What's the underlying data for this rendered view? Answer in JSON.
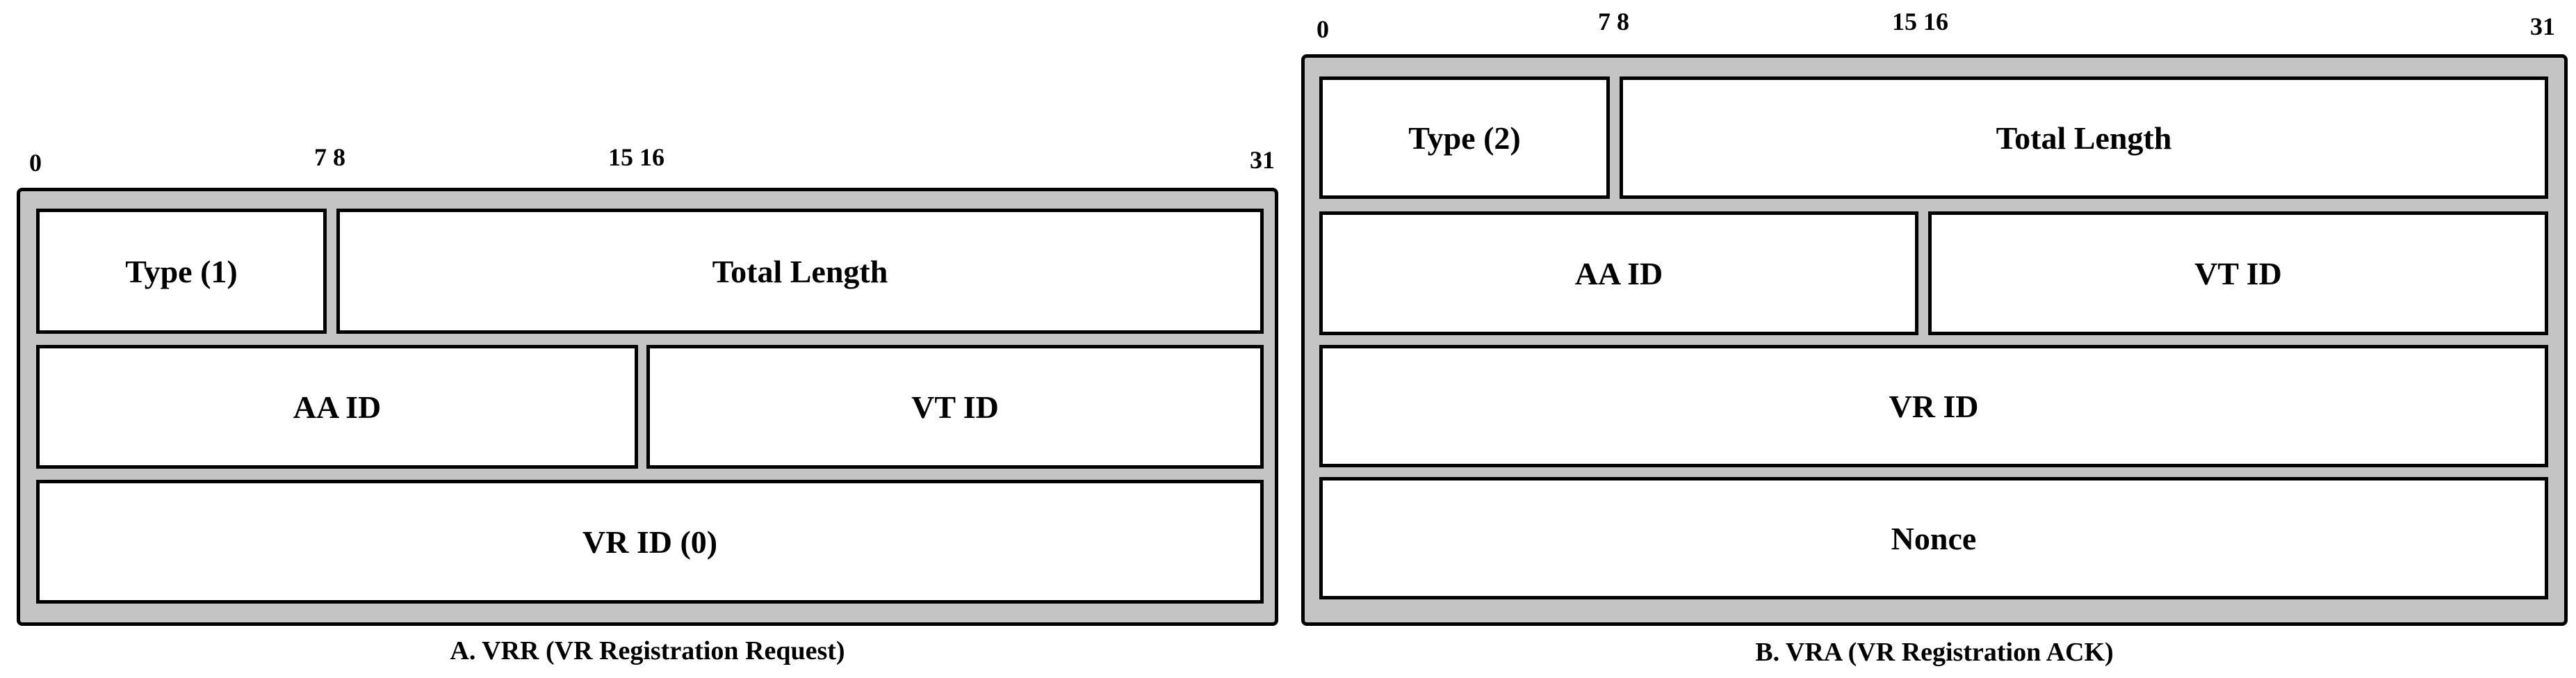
{
  "diagram_a": {
    "bit_labels": {
      "b0": "0",
      "b7_8": "7 8",
      "b15_16": "15 16",
      "b31": "31"
    },
    "fields": {
      "type": "Type (1)",
      "total_length": "Total Length",
      "aa_id": "AA ID",
      "vt_id": "VT ID",
      "vr_id": "VR ID (0)"
    },
    "caption": "A. VRR (VR Registration Request)"
  },
  "diagram_b": {
    "bit_labels": {
      "b0": "0",
      "b7_8": "7 8",
      "b15_16": "15 16",
      "b31": "31"
    },
    "fields": {
      "type": "Type (2)",
      "total_length": "Total Length",
      "aa_id": "AA ID",
      "vt_id": "VT ID",
      "vr_id": "VR ID",
      "nonce": "Nonce"
    },
    "caption": "B. VRA (VR Registration ACK)"
  },
  "colors": {
    "frame_fill": "#c4c4c4",
    "field_fill": "#ffffff",
    "stroke": "#000000"
  }
}
